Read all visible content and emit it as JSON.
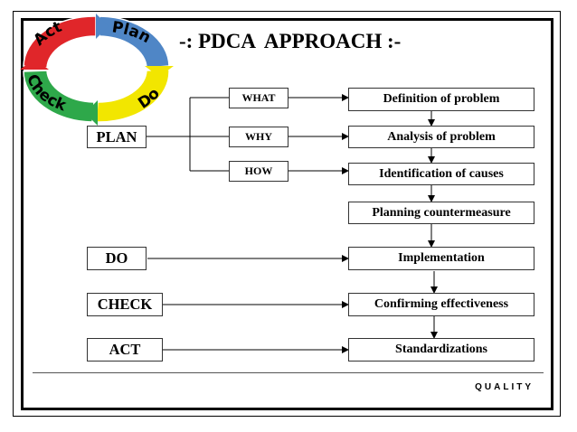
{
  "title": "-: PDCA  APPROACH :-",
  "cycle": {
    "segments": [
      {
        "label": "Plan",
        "color": "#4f86c6"
      },
      {
        "label": "Do",
        "color": "#f2e600"
      },
      {
        "label": "Check",
        "color": "#2ea84a"
      },
      {
        "label": "Act",
        "color": "#e0262a"
      }
    ]
  },
  "phases": {
    "plan": "PLAN",
    "do": "DO",
    "check": "CHECK",
    "act": "ACT"
  },
  "questions": {
    "what": "WHAT",
    "why": "WHY",
    "how": "HOW"
  },
  "steps": {
    "definition": "Definition of problem",
    "analysis": "Analysis of problem",
    "identification": "Identification of causes",
    "planning": "Planning countermeasure",
    "implementation": "Implementation",
    "confirming": "Confirming effectiveness",
    "standardizations": "Standardizations"
  },
  "footer": "QUALITY"
}
